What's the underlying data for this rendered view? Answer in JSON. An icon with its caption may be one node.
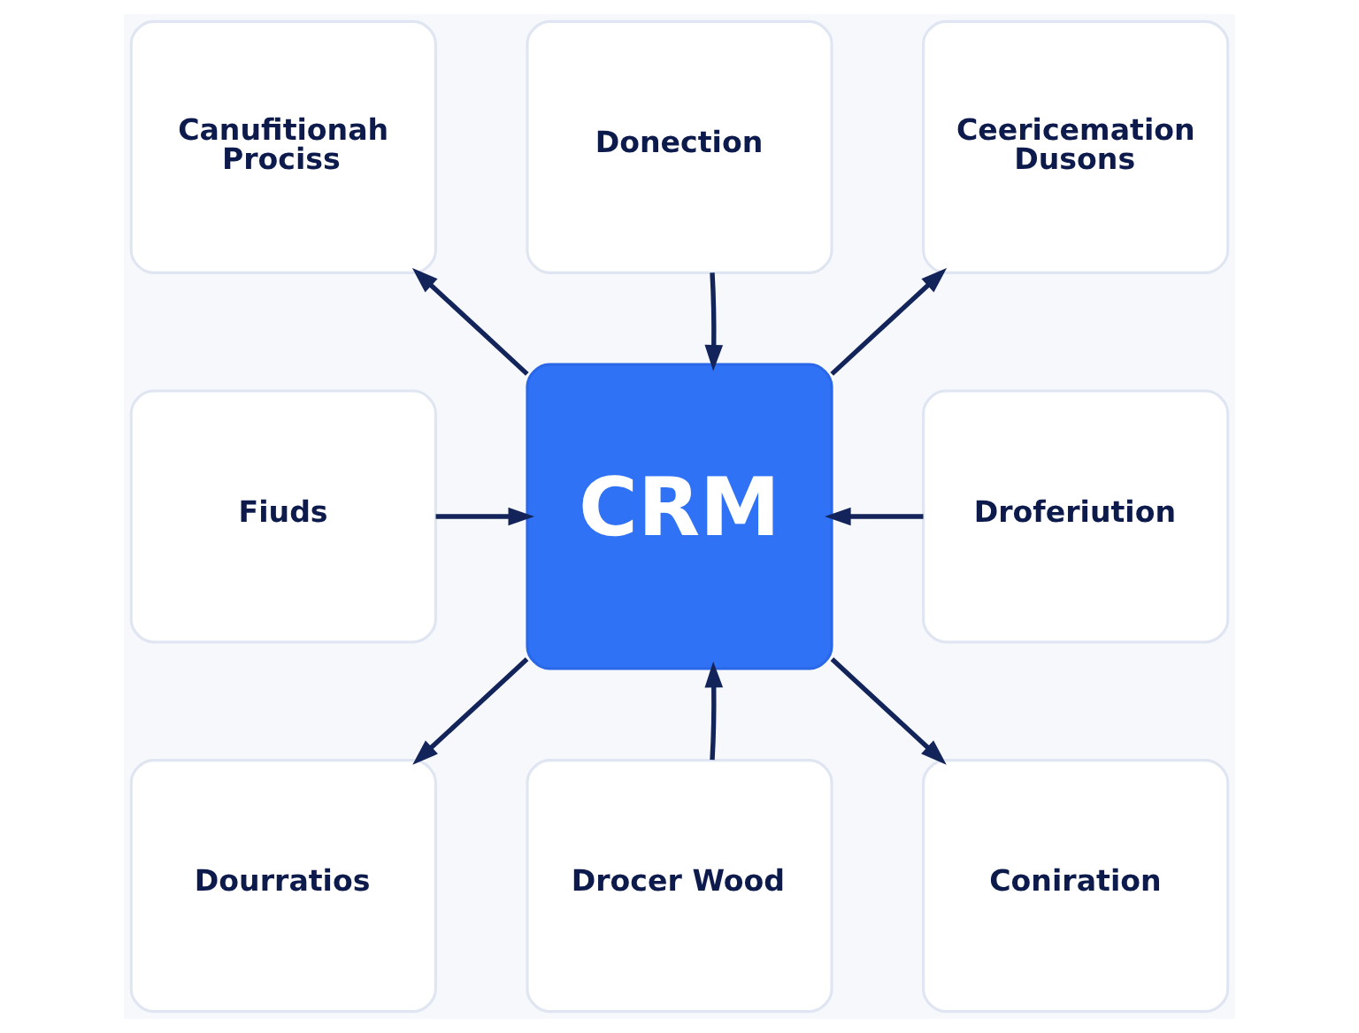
{
  "diagram": {
    "nodes": [
      {
        "text": [
          "Canufitionah Prociss"
        ]
      },
      {
        "text": [
          "Donection"
        ]
      },
      {
        "text": [
          "Ceericemation Dusons"
        ]
      },
      {
        "text": [
          "Fiuds"
        ]
      },
      {
        "text": [
          "CRM"
        ]
      },
      {
        "text": [
          "Droferiution"
        ]
      },
      {
        "text": [
          "Dourratios"
        ]
      },
      {
        "text": [
          "Drocer Wood"
        ]
      },
      {
        "text": [
          "Coniration"
        ]
      }
    ],
    "edges": [
      {
        "from": 4,
        "to": 0,
        "arrow": "to"
      },
      {
        "from": 1,
        "to": 4,
        "arrow": "to"
      },
      {
        "from": 4,
        "to": 2,
        "arrow": "to"
      },
      {
        "from": 3,
        "to": 4,
        "arrow": "to"
      },
      {
        "from": 5,
        "to": 4,
        "arrow": "to"
      },
      {
        "from": 4,
        "to": 6,
        "arrow": "to"
      },
      {
        "from": 7,
        "to": 4,
        "arrow": "to"
      },
      {
        "from": 4,
        "to": 8,
        "arrow": "to"
      }
    ]
  }
}
